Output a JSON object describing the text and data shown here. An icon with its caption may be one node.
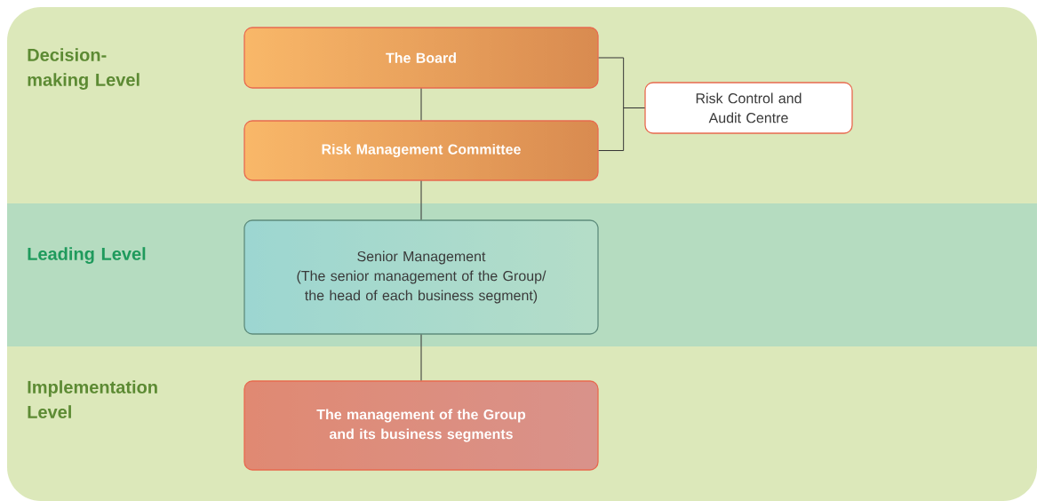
{
  "diagram": {
    "nodes": [
      {
        "text": [
          "Decision-making Level"
        ]
      },
      {
        "text": [
          "The Board"
        ],
        "in": 0
      },
      {
        "text": [
          "Risk Management Committee"
        ],
        "in": 0
      },
      {
        "text": [
          "Risk Control and Audit Centre"
        ],
        "in": 0
      },
      {
        "text": [
          "Leading Level"
        ]
      },
      {
        "text": [
          "Senior Management",
          "(The senior management of the Group/ the head of each business segment)"
        ],
        "in": 4
      },
      {
        "text": [
          "Implementation Level"
        ]
      },
      {
        "text": [
          "The management of the Group and its business segments"
        ],
        "in": 6
      }
    ],
    "edges": [
      {
        "from": 1,
        "to": 2,
        "arrow": "none"
      },
      {
        "from": 2,
        "to": 5,
        "arrow": "none"
      },
      {
        "from": 5,
        "to": 7,
        "arrow": "none"
      },
      {
        "from": 1,
        "to": 3,
        "arrow": "none"
      },
      {
        "from": 2,
        "to": 3,
        "arrow": "none"
      }
    ]
  }
}
